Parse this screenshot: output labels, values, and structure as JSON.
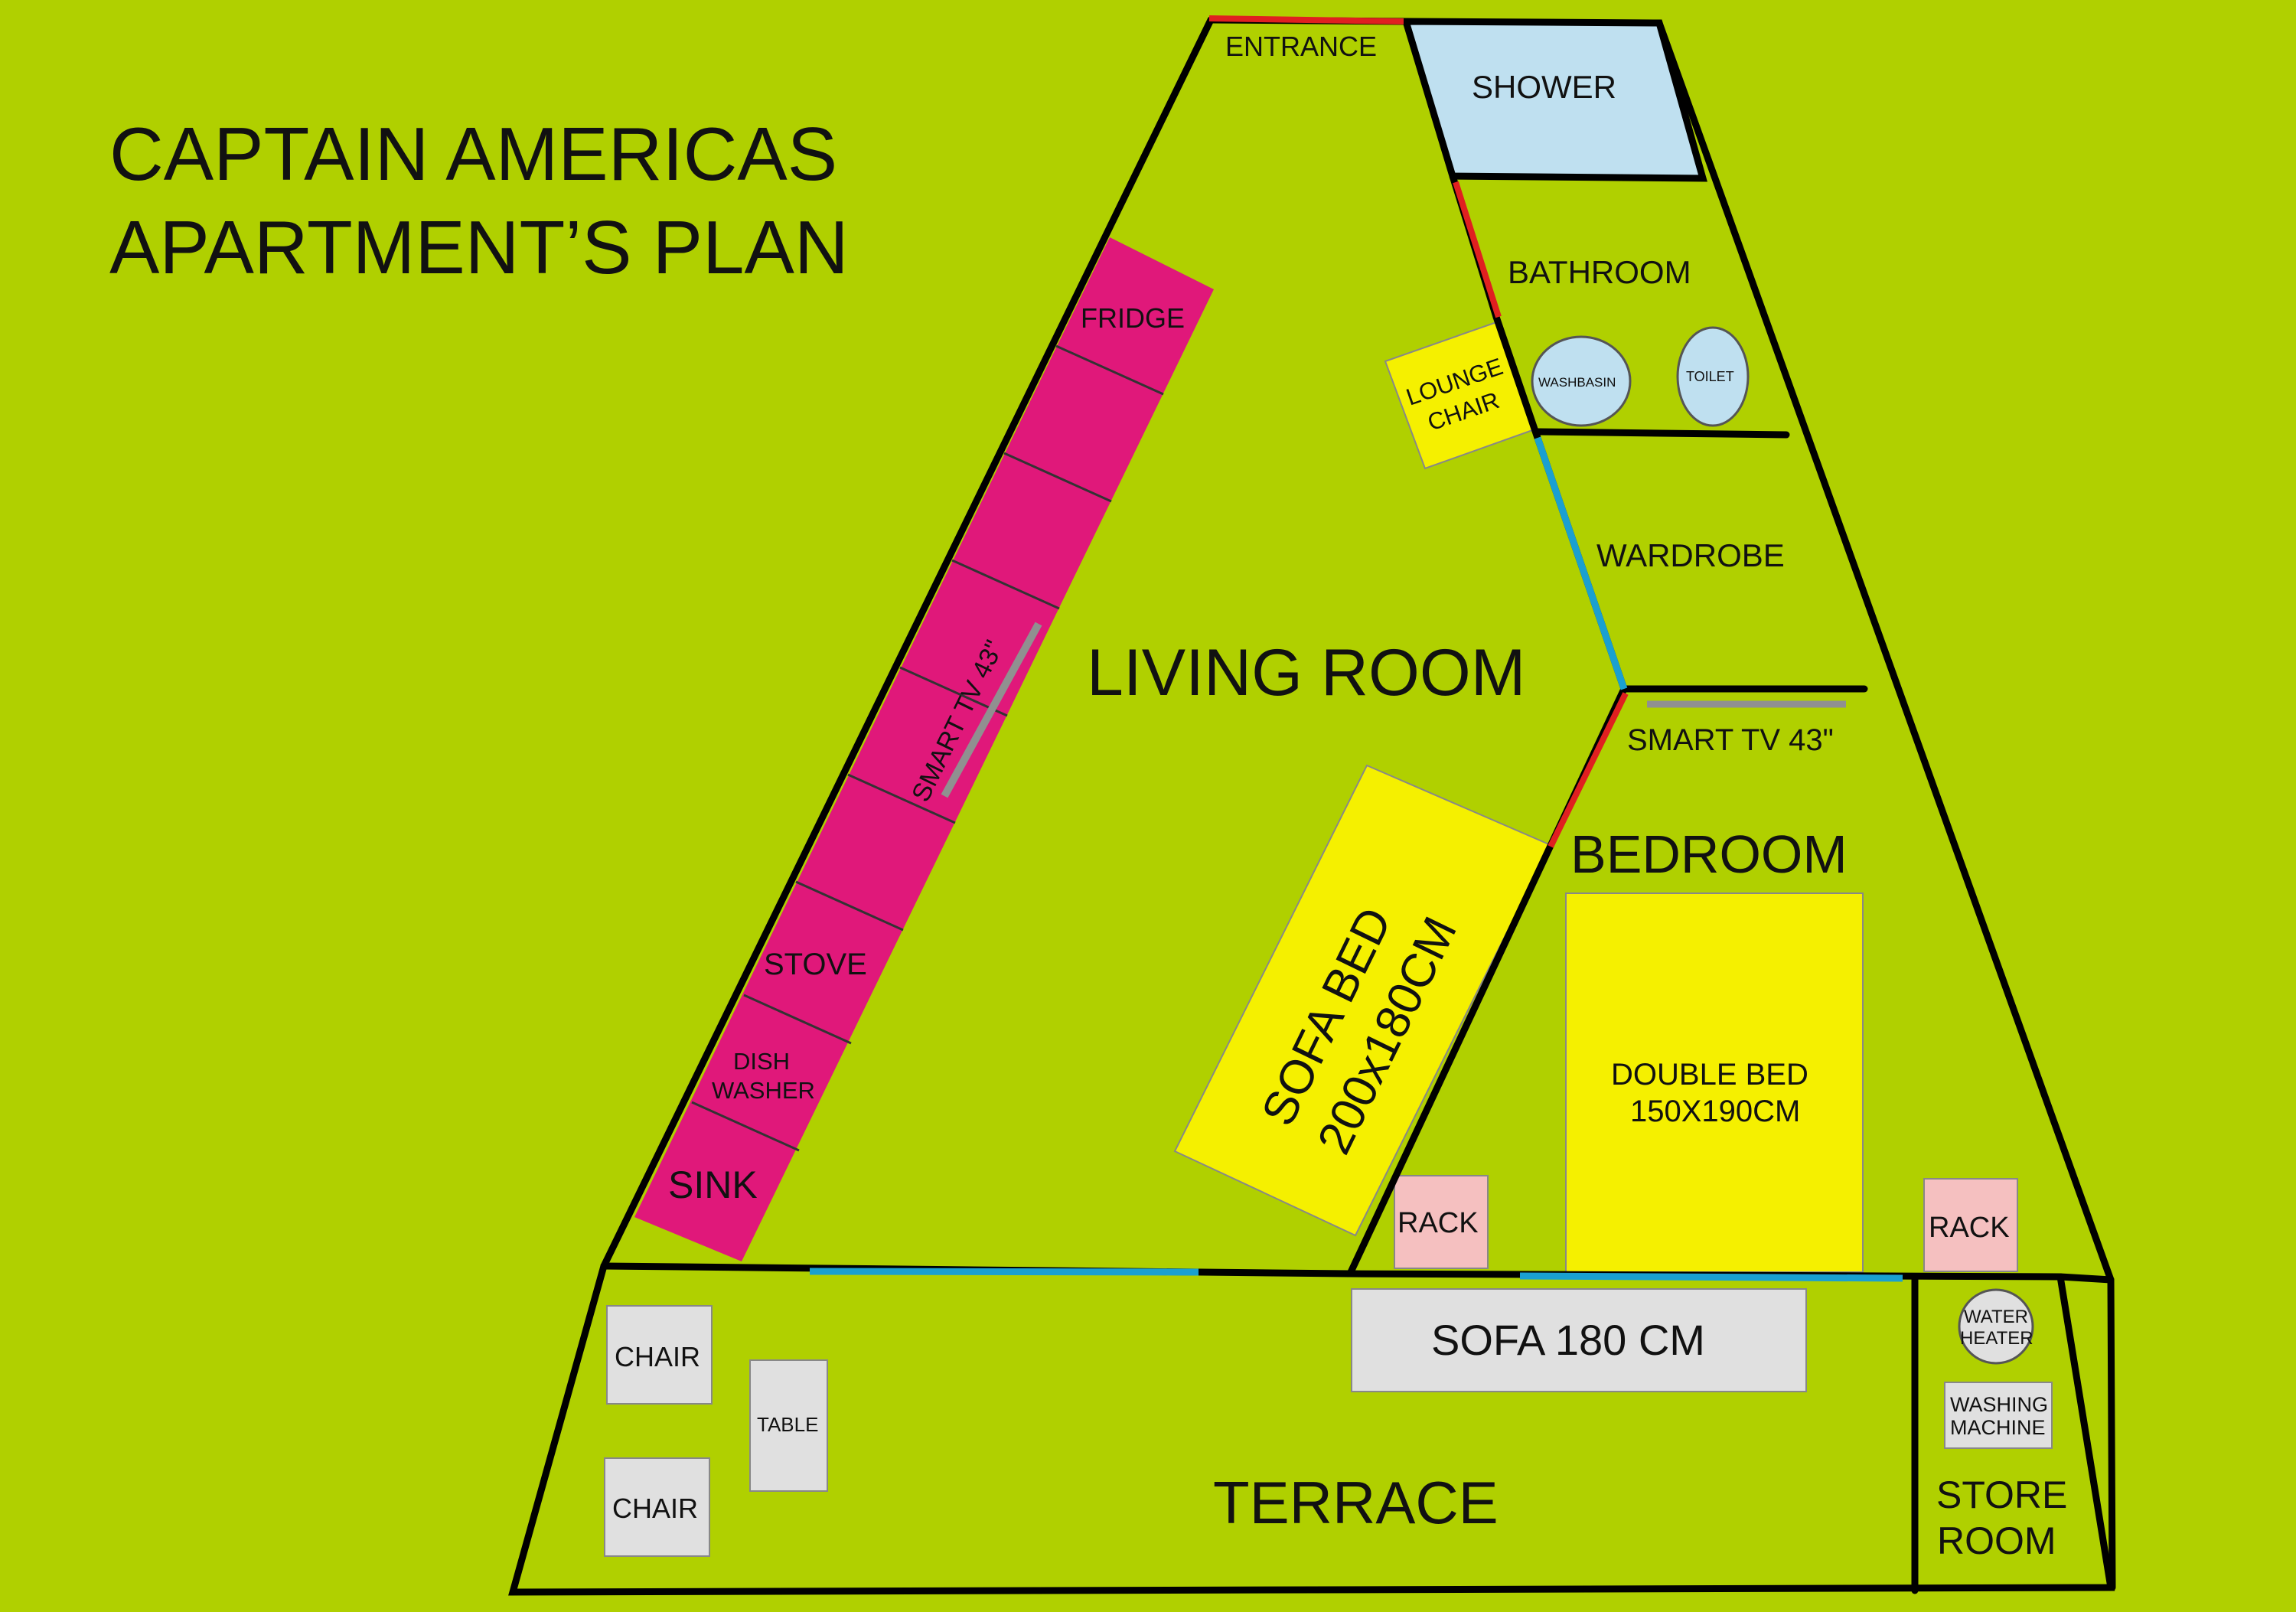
{
  "title": {
    "line1": "CAPTAIN AMERICAS",
    "line2": "APARTMENT’S PLAN"
  },
  "rooms": {
    "entrance": "ENTRANCE",
    "shower": "SHOWER",
    "bathroom": "BATHROOM",
    "wardrobe": "WARDROBE",
    "living_room": "LIVING ROOM",
    "bedroom": "BEDROOM",
    "terrace": "TERRACE",
    "store_room_line1": "STORE",
    "store_room_line2": "ROOM"
  },
  "fixtures": {
    "fridge": "FRIDGE",
    "stove": "STOVE",
    "dishwasher_line1": "DISH",
    "dishwasher_line2": "WASHER",
    "sink": "SINK",
    "smart_tv_living": "SMART TV 43\"",
    "smart_tv_bedroom": "SMART TV 43\"",
    "lounge_chair_line1": "LOUNGE",
    "lounge_chair_line2": "CHAIR",
    "washbasin": "WASHBASIN",
    "toilet": "TOILET",
    "sofa_bed_line1": "SOFA BED",
    "sofa_bed_line2": "200x180CM",
    "double_bed_line1": "DOUBLE BED",
    "double_bed_line2": "150X190CM",
    "rack_left": "RACK",
    "rack_right": "RACK",
    "sofa": "SOFA 180 CM",
    "chair_top": "CHAIR",
    "chair_bottom": "CHAIR",
    "table": "TABLE",
    "water_heater_line1": "WATER",
    "water_heater_line2": "HEATER",
    "washing_machine_line1": "WASHING",
    "washing_machine_line2": "MACHINE"
  },
  "colors": {
    "background": "#b0d000",
    "walls": "#000000",
    "kitchen": "#e0187a",
    "furniture_yellow": "#f5f000",
    "shower": "#bfe0f0",
    "rack": "#f5c0c0",
    "grey_furniture": "#e0e0e0",
    "door_red": "#e02020",
    "window_blue": "#1aa0d0",
    "tv_grey": "#909090"
  }
}
